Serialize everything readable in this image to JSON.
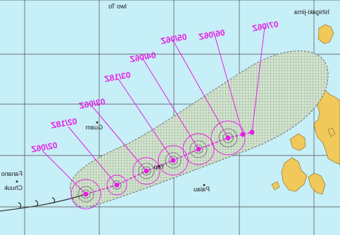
{
  "map": {
    "colors": {
      "ocean": "#c7eff7",
      "grid": "#4a4a4a",
      "land": "#f0c95a",
      "forecast": "#e61ee6",
      "cone_fill": "#c9d9c6",
      "cone_edge": "#6f6f6f",
      "track_past": "#303030"
    },
    "places": {
      "iwo_to": "Iwo To",
      "ishigaki": "Ishigaki-jima",
      "guam": "Guam",
      "yap": "Yap",
      "palau": "Palau",
      "fanano": "Fanano",
      "chuuk": "Chuuk"
    },
    "forecast_times": [
      {
        "label": "02/06Z"
      },
      {
        "label": "02/18Z"
      },
      {
        "label": "03/06Z"
      },
      {
        "label": "03/18Z"
      },
      {
        "label": "04/06Z"
      },
      {
        "label": "05/06Z"
      },
      {
        "label": "06/06Z"
      },
      {
        "label": "07/06Z"
      }
    ]
  }
}
